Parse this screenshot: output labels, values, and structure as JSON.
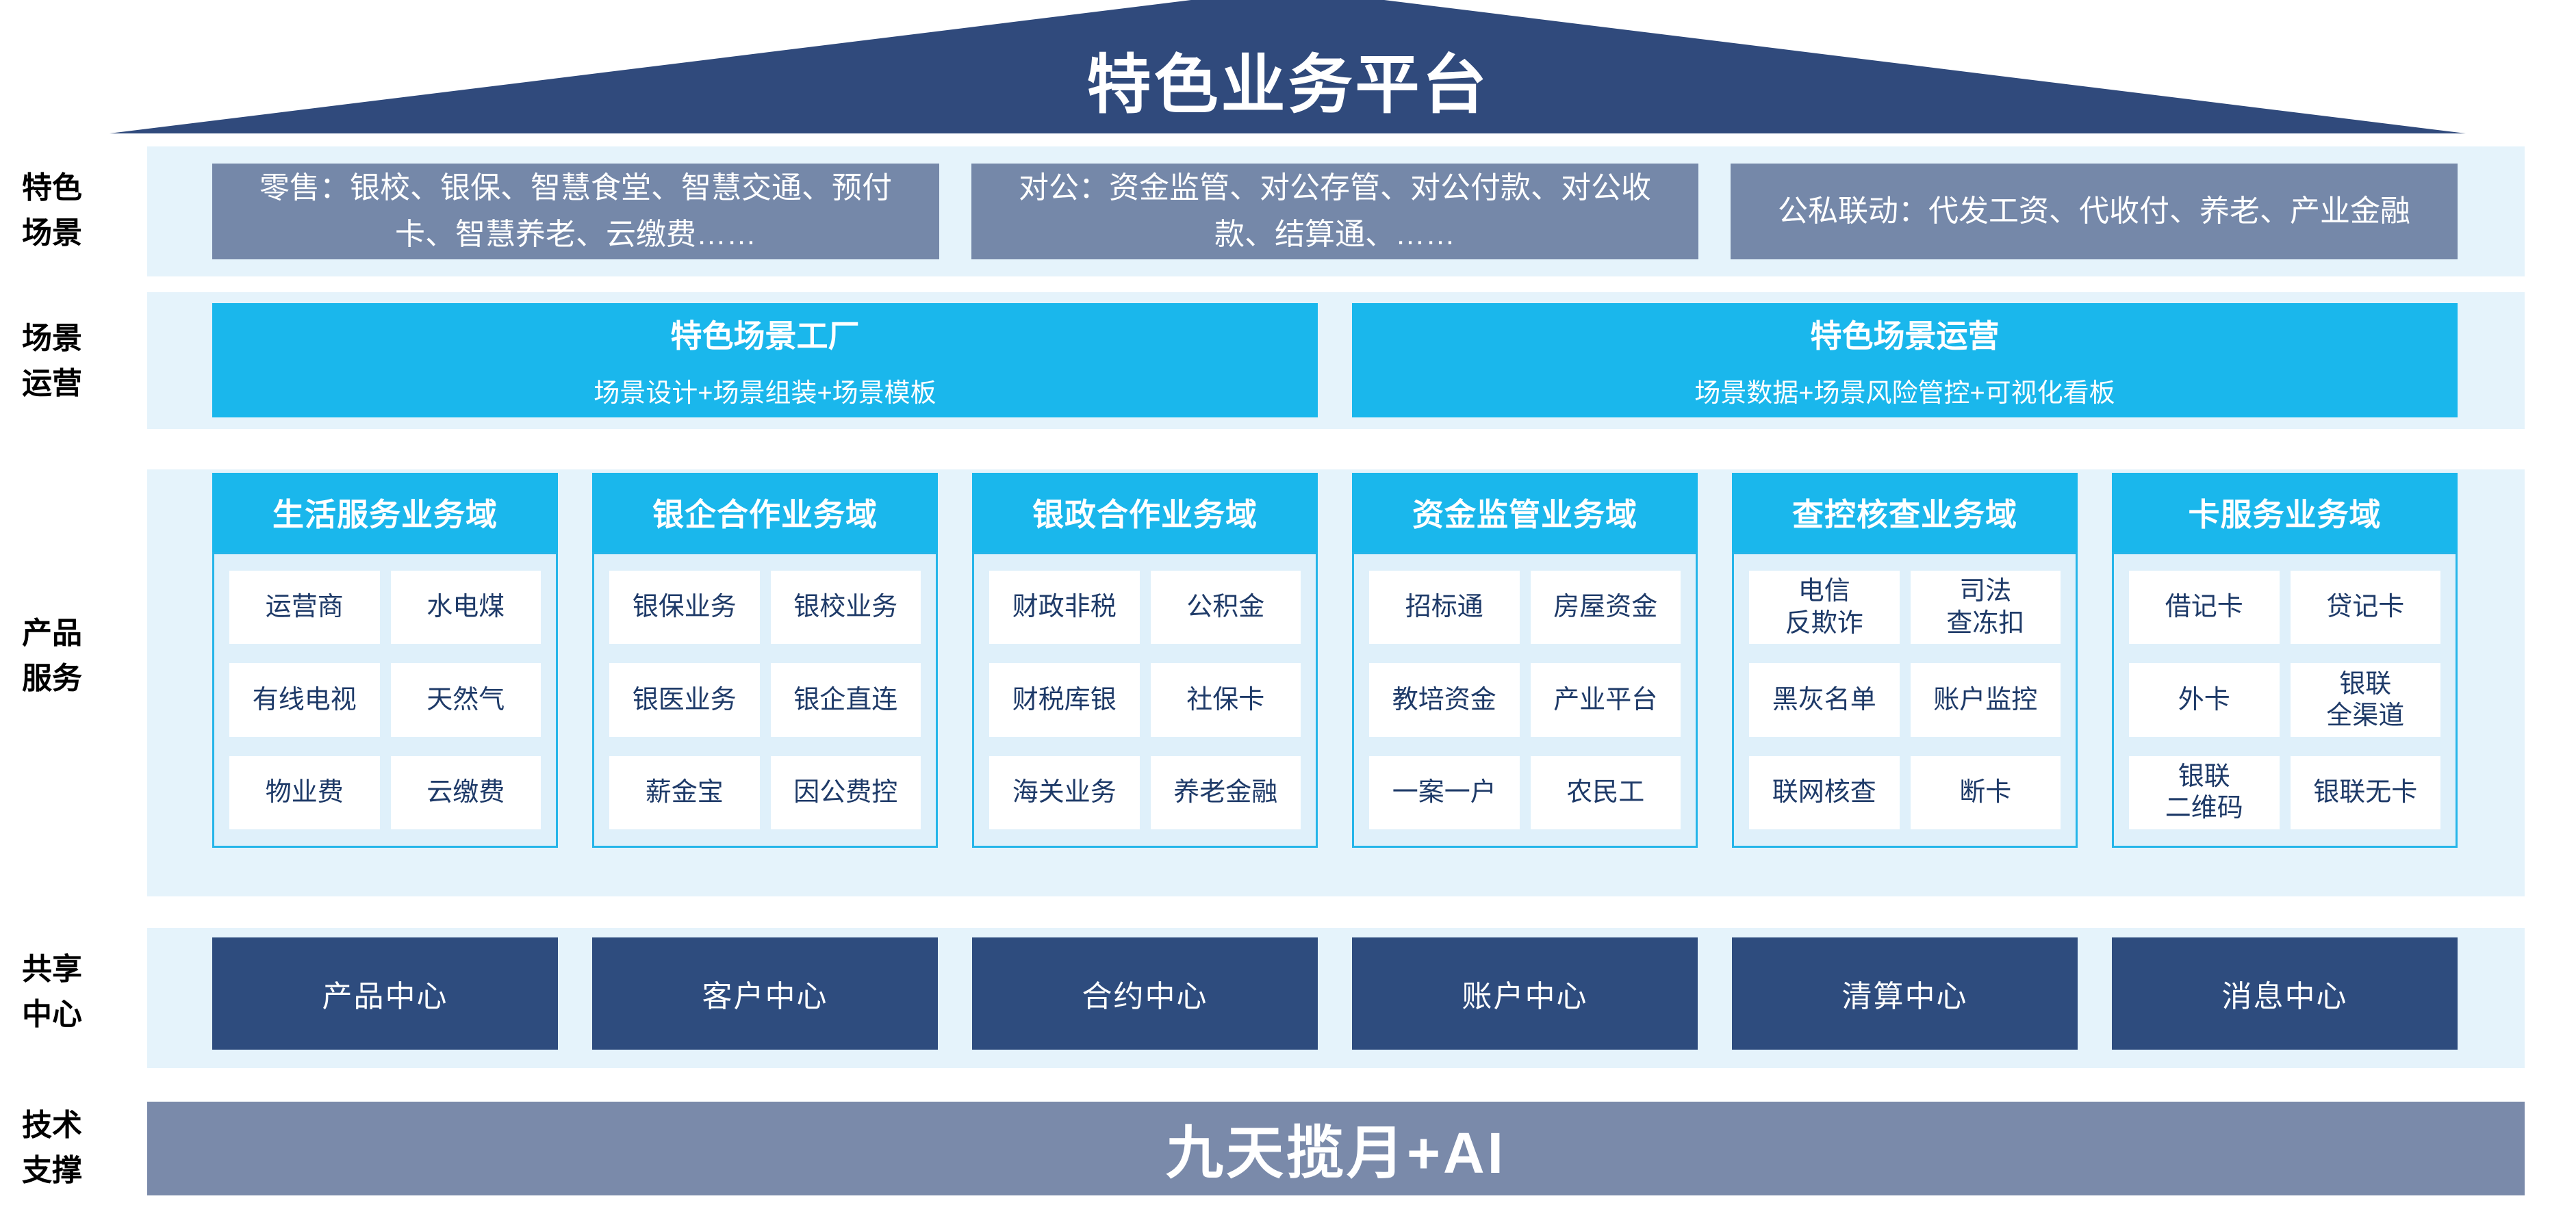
{
  "roof": {
    "title": "特色业务平台"
  },
  "side_labels": {
    "scene": "特色\n场景",
    "operation": "场景\n运营",
    "product": "产品\n服务",
    "center": "共享\n中心",
    "tech": "技术\n支撑"
  },
  "scene_row": {
    "boxes": [
      "零售：银校、银保、智慧食堂、智慧交通、预付卡、智慧养老、云缴费……",
      "对公：资金监管、对公存管、对公付款、对公收款、结算通、……",
      "公私联动：代发工资、代收付、养老、产业金融"
    ]
  },
  "operation_row": {
    "boxes": [
      {
        "title": "特色场景工厂",
        "subtitle": "场景设计+场景组装+场景模板"
      },
      {
        "title": "特色场景运营",
        "subtitle": "场景数据+场景风险管控+可视化看板"
      }
    ]
  },
  "product_row": {
    "columns": [
      {
        "header": "生活服务业务域",
        "cells": [
          "运营商",
          "水电煤",
          "有线电视",
          "天然气",
          "物业费",
          "云缴费"
        ]
      },
      {
        "header": "银企合作业务域",
        "cells": [
          "银保业务",
          "银校业务",
          "银医业务",
          "银企直连",
          "薪金宝",
          "因公费控"
        ]
      },
      {
        "header": "银政合作业务域",
        "cells": [
          "财政非税",
          "公积金",
          "财税库银",
          "社保卡",
          "海关业务",
          "养老金融"
        ]
      },
      {
        "header": "资金监管业务域",
        "cells": [
          "招标通",
          "房屋资金",
          "教培资金",
          "产业平台",
          "一案一户",
          "农民工"
        ]
      },
      {
        "header": "查控核查业务域",
        "cells": [
          "电信\n反欺诈",
          "司法\n查冻扣",
          "黑灰名单",
          "账户监控",
          "联网核查",
          "断卡"
        ]
      },
      {
        "header": "卡服务业务域",
        "cells": [
          "借记卡",
          "贷记卡",
          "外卡",
          "银联\n全渠道",
          "银联\n二维码",
          "银联无卡"
        ]
      }
    ]
  },
  "center_row": {
    "boxes": [
      "产品中心",
      "客户中心",
      "合约中心",
      "账户中心",
      "清算中心",
      "消息中心"
    ]
  },
  "tech_row": {
    "title": "九天揽月+AI"
  },
  "colors": {
    "roof_navy": "#304A7C",
    "band": "#E5F3FB",
    "grayblue": "#7588A9",
    "cyan": "#1AB7EC",
    "cyan_border": "#25B5E9",
    "body_bg": "#DFF0FA",
    "navy_box": "#2E4C7E",
    "tech_band": "#7A8AAA",
    "cell_text": "#1E3A68"
  }
}
